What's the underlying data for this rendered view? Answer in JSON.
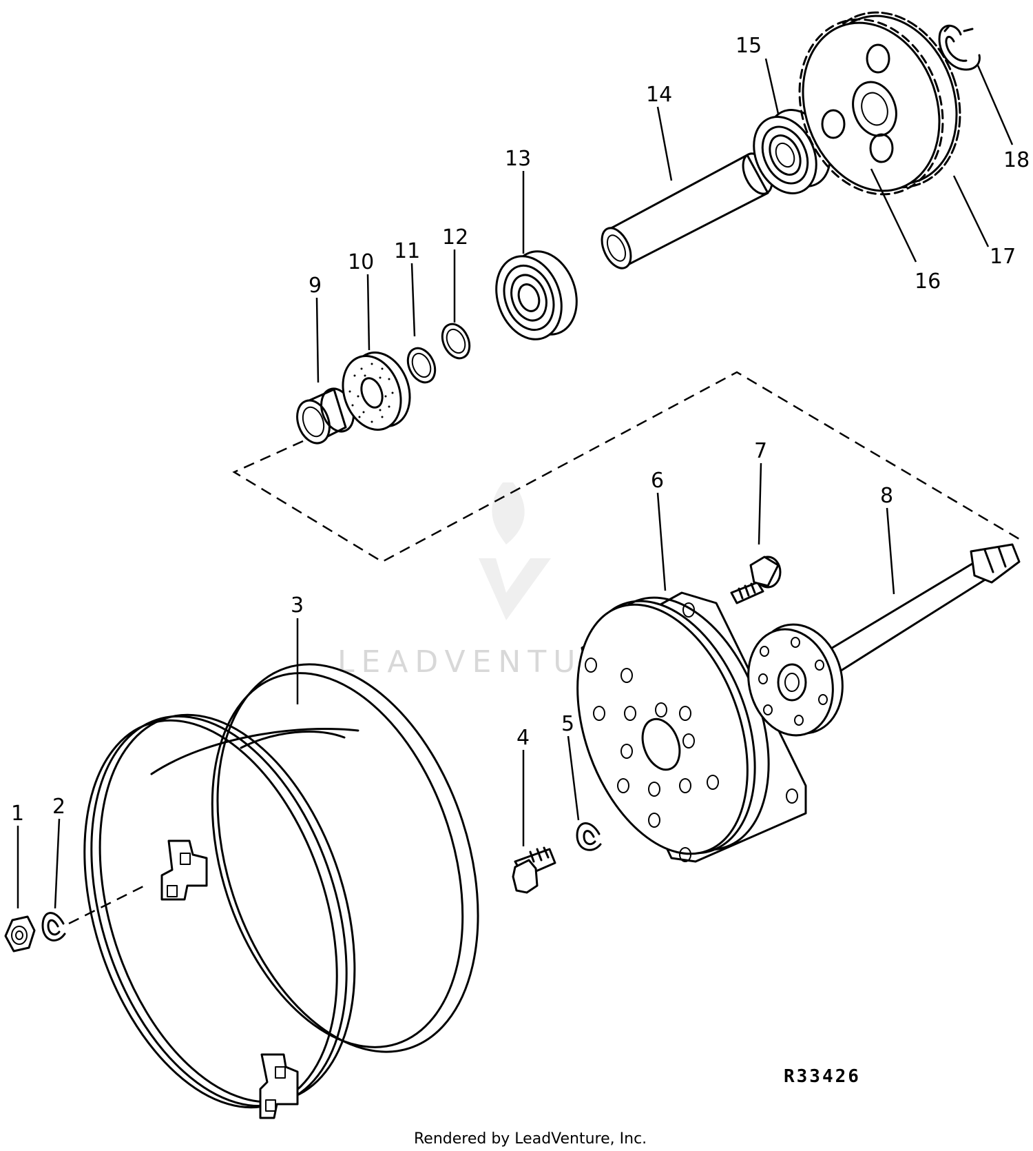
{
  "diagram": {
    "reference_code": "R33426",
    "credit": "Rendered by LeadVenture, Inc.",
    "watermark": "LEADVENTURE",
    "callouts": [
      "1",
      "2",
      "3",
      "4",
      "5",
      "6",
      "7",
      "8",
      "9",
      "10",
      "11",
      "12",
      "13",
      "14",
      "15",
      "16",
      "17",
      "18"
    ]
  }
}
